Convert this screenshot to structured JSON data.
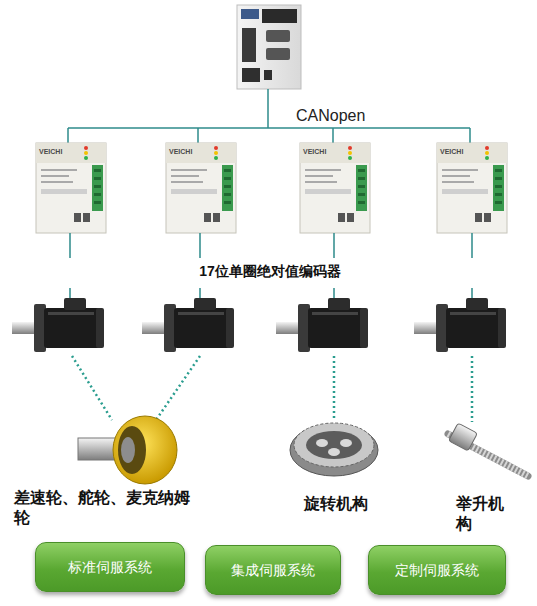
{
  "diagram": {
    "nodes": [
      {
        "text": [
          "标准伺服系统"
        ]
      },
      {
        "text": [
          "集成伺服系统"
        ]
      },
      {
        "text": [
          "定制伺服系统"
        ]
      }
    ],
    "labels": [
      "CANopen",
      "17位单圈绝对值编码器",
      "差速轮、舵轮、麦克纳姆轮",
      "旋转机构",
      "举升机构",
      "VEICHI",
      "VEICHI",
      "VEICHI",
      "VEICHI"
    ]
  }
}
